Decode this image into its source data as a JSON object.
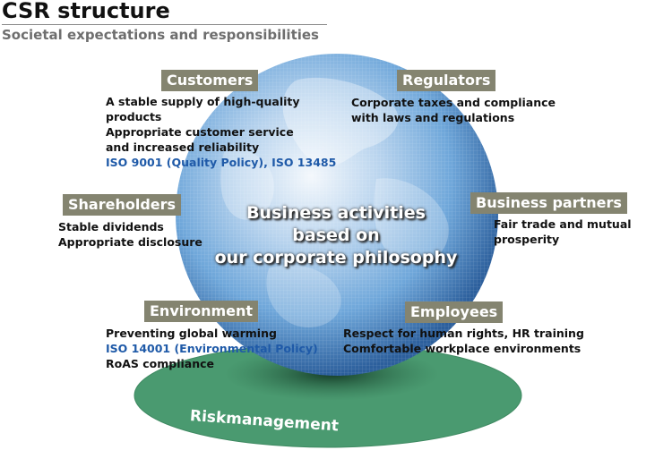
{
  "title": "CSR structure",
  "subtitle": "Societal expectations and responsibilities",
  "colors": {
    "label_bg": "#848470",
    "link": "#1f5aa8",
    "ellipse": "#4a9a70",
    "globe": "#6fa7da"
  },
  "center": {
    "lines": [
      "Business activities",
      "based on",
      "our corporate philosophy"
    ]
  },
  "base": {
    "label": "Riskmanagement"
  },
  "stakeholders": {
    "customers": {
      "label": "Customers",
      "lines": [
        "A stable supply of high-quality",
        "products",
        "Appropriate customer service",
        "and increased reliability"
      ],
      "link": "ISO 9001 (Quality Policy), ISO 13485"
    },
    "regulators": {
      "label": "Regulators",
      "lines": [
        "Corporate taxes and compliance",
        "with laws and regulations"
      ]
    },
    "shareholders": {
      "label": "Shareholders",
      "lines": [
        "Stable dividends",
        "Appropriate disclosure"
      ]
    },
    "business_partners": {
      "label": "Business partners",
      "lines": [
        "Fair trade and mutual",
        "prosperity"
      ]
    },
    "environment": {
      "label": "Environment",
      "lines": [
        "Preventing global warming"
      ],
      "link": "ISO 14001 (Environmental Policy)",
      "lines_after": [
        "RoAS compliance"
      ]
    },
    "employees": {
      "label": "Employees",
      "lines": [
        "Respect for human rights, HR training",
        "Comfortable workplace environments"
      ]
    }
  }
}
